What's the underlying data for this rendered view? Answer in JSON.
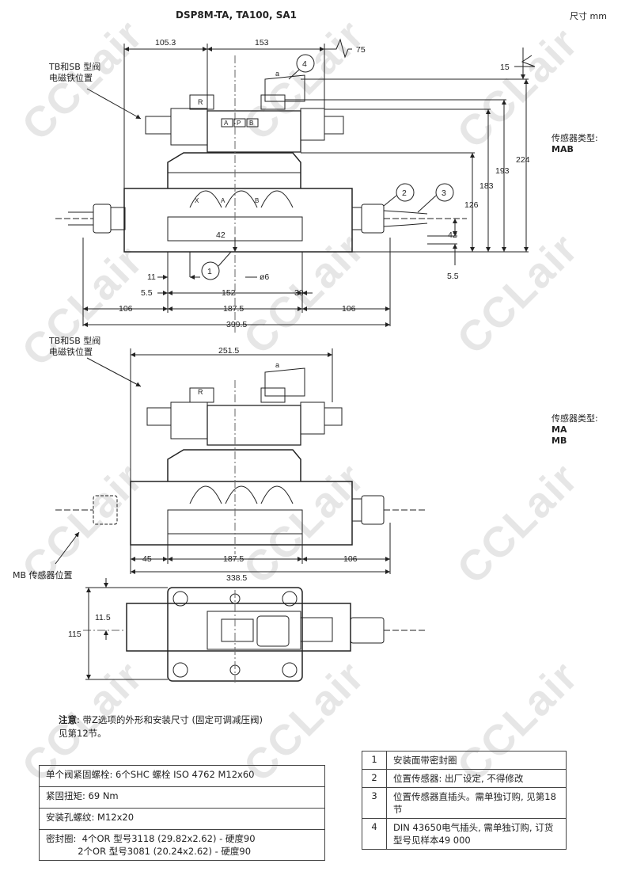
{
  "title": "DSP8M-TA, TA100, SA1",
  "unit": "尺寸  mm",
  "watermark": "CCLair",
  "view1": {
    "solenoid_label_1": "TB和SB 型阀",
    "solenoid_label_2": "电磁铁位置",
    "sensor_label": "传感器类型:",
    "sensor_type": "MAB",
    "dims": {
      "d105_3": "105.3",
      "d153": "153",
      "d75": "75",
      "d15": "15",
      "d224": "224",
      "d193": "193",
      "d183": "183",
      "d126": "126",
      "d42r": "42",
      "d5_5r": "5.5",
      "d42c": "42",
      "d11": "11",
      "d5_5l": "5.5",
      "d152": "152",
      "d30": "30",
      "dphi6": "ø6",
      "d106a": "106",
      "d187_5": "187.5",
      "d106b": "106",
      "d399_5": "399.5"
    },
    "callouts": [
      "1",
      "2",
      "3",
      "4"
    ],
    "small": {
      "a": "a",
      "b": "b",
      "R": "R",
      "P": "P",
      "A": "A",
      "B": "B",
      "X": "X"
    }
  },
  "view2": {
    "solenoid_label_1": "TB和SB 型阀",
    "solenoid_label_2": "电磁铁位置",
    "sensor_label": "传感器类型:",
    "sensor_type_1": "MA",
    "sensor_type_2": "MB",
    "mb_position": "MB 传感器位置",
    "dims": {
      "d251_5": "251.5",
      "d45": "45",
      "d187_5": "187.5",
      "d106": "106",
      "d338_5": "338.5"
    }
  },
  "view3": {
    "dims": {
      "d11_5": "11.5",
      "d115": "115"
    }
  },
  "note": {
    "label": "注意",
    "text": ": 带Z选项的外形和安装尺寸 (固定可调减压阀)",
    "text2": "见第12节。"
  },
  "spec_table": [
    "单个阀紧固螺栓:  6个SHC 螺栓 ISO 4762  M12x60",
    "紧固扭矩: 69 Nm",
    "安装孔螺纹:   M12x20",
    "密封圈:  4个OR 型号3118 (29.82x2.62) - 硬度90",
    "           2个OR 型号3081 (20.24x2.62) - 硬度90"
  ],
  "legend_table": [
    {
      "n": "1",
      "t": "安装面带密封圈"
    },
    {
      "n": "2",
      "t": "位置传感器: 出厂设定, 不得修改"
    },
    {
      "n": "3",
      "t": "位置传感器直插头。需单独订购, 见第18节"
    },
    {
      "n": "4",
      "t": "DIN 43650电气插头, 需单独订购, 订货型号见样本49 000"
    }
  ]
}
